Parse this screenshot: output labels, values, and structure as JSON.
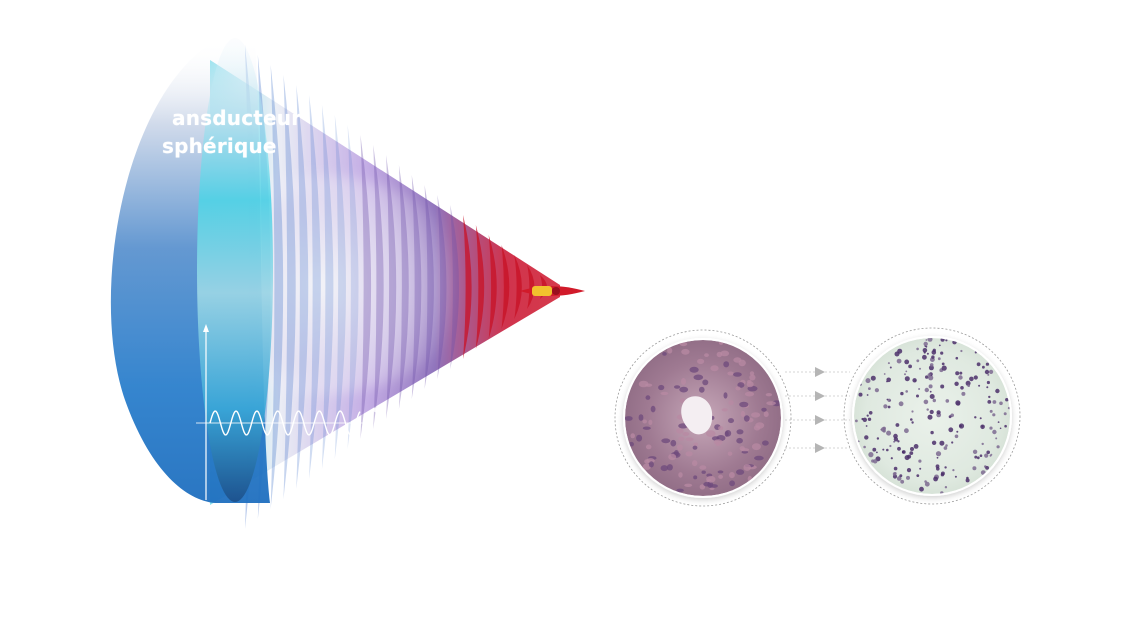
{
  "diagram": {
    "transducer_label_lines": [
      "ansducteur",
      "sphérique"
    ]
  },
  "colors": {
    "lens_dark": "#1f6fbf",
    "lens_light": "#e9eef7",
    "cyan": "#4fd3e6",
    "violet": "#9a6ad6",
    "red": "#c8102e",
    "yellow": "#f2c12e",
    "tissue_pink": "#a0788c",
    "tissue_purple": "#5a3c78",
    "arrow_gray": "#b5b5b5"
  },
  "icons": {
    "focus_point": "focal-point-dot",
    "process_arrow": "triangle-right-arrow"
  }
}
